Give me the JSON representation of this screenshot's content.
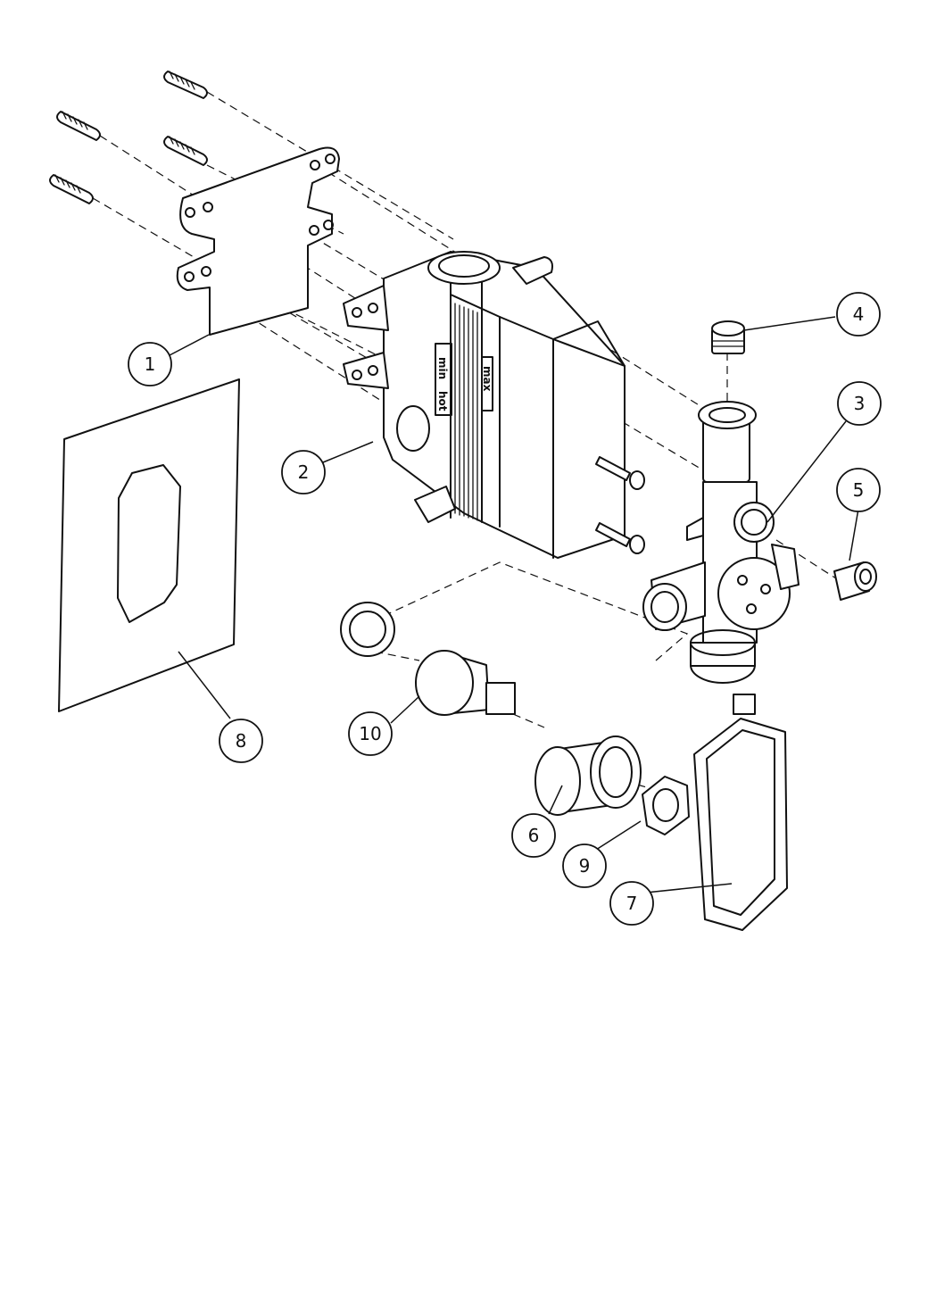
{
  "diagram": {
    "callouts": [
      {
        "number": "1"
      },
      {
        "number": "2"
      },
      {
        "number": "3"
      },
      {
        "number": "4"
      },
      {
        "number": "5"
      },
      {
        "number": "6"
      },
      {
        "number": "7"
      },
      {
        "number": "8"
      },
      {
        "number": "9"
      },
      {
        "number": "10"
      }
    ],
    "box_labels": {
      "min": "min",
      "hot": "hot",
      "max": "max"
    }
  }
}
